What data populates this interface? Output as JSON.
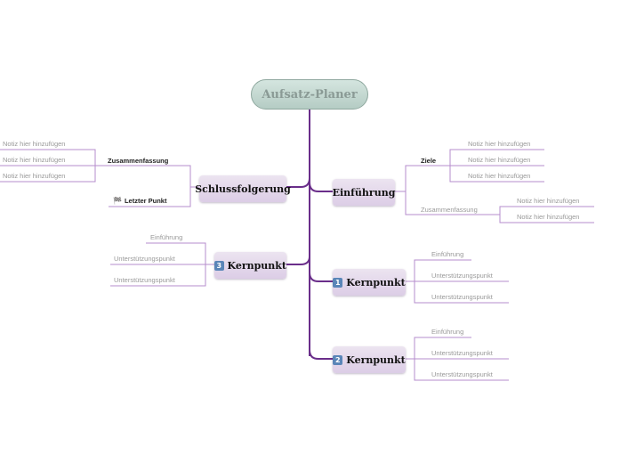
{
  "root": {
    "title": "Aufsatz-Planer"
  },
  "nodes": {
    "schluss": {
      "title": "Schlussfolgerung"
    },
    "einf": {
      "title": "Einführung"
    },
    "kern3": {
      "num": "3",
      "title": "Kernpunkt"
    },
    "kern1": {
      "num": "1",
      "title": "Kernpunkt"
    },
    "kern2": {
      "num": "2",
      "title": "Kernpunkt"
    }
  },
  "schluss_children": {
    "zusammenfassung": "Zusammenfassung",
    "notes": [
      "Notiz hier hinzufügen",
      "Notiz hier hinzufügen",
      "Notiz hier hinzufügen"
    ],
    "letzter": "Letzter Punkt",
    "flag_icon": "checkered-flag-icon"
  },
  "einf_children": {
    "ziele": "Ziele",
    "ziele_notes": [
      "Notiz hier hinzufügen",
      "Notiz hier hinzufügen",
      "Notiz hier hinzufügen"
    ],
    "zusammenfassung": "Zusammenfassung",
    "zus_notes": [
      "Notiz hier hinzufügen",
      "Notiz hier hinzufügen"
    ]
  },
  "kern3_children": [
    "Einführung",
    "Unterstützungspunkt",
    "Unterstützungspunkt"
  ],
  "kern1_children": [
    "Einführung",
    "Unterstützungspunkt",
    "Unterstützungspunkt"
  ],
  "kern2_children": [
    "Einführung",
    "Unterstützungspunkt",
    "Unterstützungspunkt"
  ],
  "colors": {
    "trunk": "#6a2e8a",
    "branch": "#b58ccc",
    "root_fill": "#c4d8d0"
  }
}
